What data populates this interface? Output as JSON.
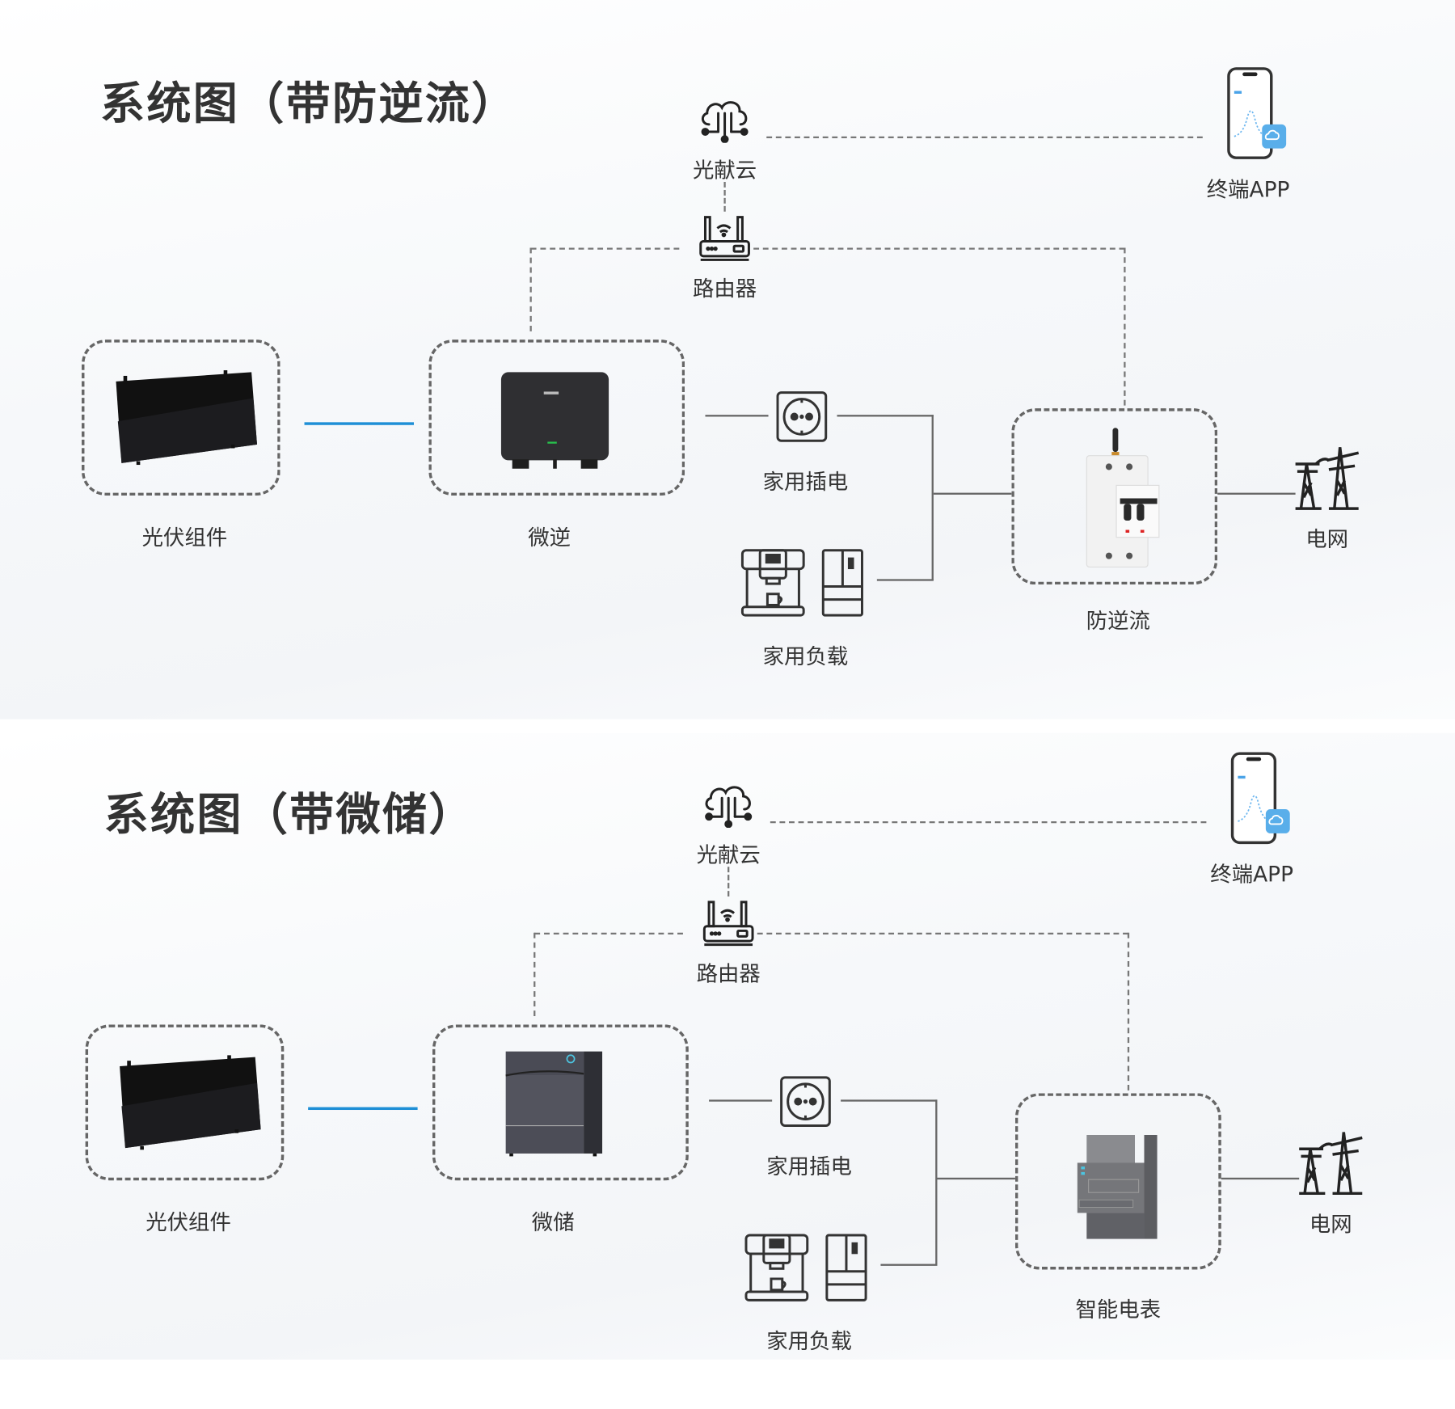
{
  "diagrams": [
    {
      "title": "系统图（带防逆流）",
      "nodes": {
        "cloud": "光献云",
        "app": "终端APP",
        "router": "路由器",
        "pv_module": "光伏组件",
        "converter": "微逆",
        "socket": "家用插电",
        "load": "家用负载",
        "controller": "防逆流",
        "grid": "电网"
      },
      "icons": {
        "cloud": "cloud-network-icon",
        "app": "smartphone-app-icon",
        "router": "wifi-router-icon",
        "pv_module": "solar-panel-image",
        "converter": "micro-inverter-image",
        "socket": "power-socket-icon",
        "load": "coffee-machine-fridge-icon",
        "controller": "anti-backflow-breaker-image",
        "grid": "power-tower-icon"
      }
    },
    {
      "title": "系统图（带微储）",
      "nodes": {
        "cloud": "光献云",
        "app": "终端APP",
        "router": "路由器",
        "pv_module": "光伏组件",
        "converter": "微储",
        "socket": "家用插电",
        "load": "家用负载",
        "controller": "智能电表",
        "grid": "电网"
      },
      "icons": {
        "cloud": "cloud-network-icon",
        "app": "smartphone-app-icon",
        "router": "wifi-router-icon",
        "pv_module": "solar-panel-image",
        "converter": "micro-storage-image",
        "socket": "power-socket-icon",
        "load": "coffee-machine-fridge-icon",
        "controller": "smart-meter-image",
        "grid": "power-tower-icon"
      }
    }
  ],
  "colors": {
    "dc_link": "#1e8fd6",
    "ac_line": "#666666",
    "network_dash": "#777777",
    "text": "#333333",
    "indicator_green": "#27c24c",
    "app_accent": "#4aa3e8"
  }
}
